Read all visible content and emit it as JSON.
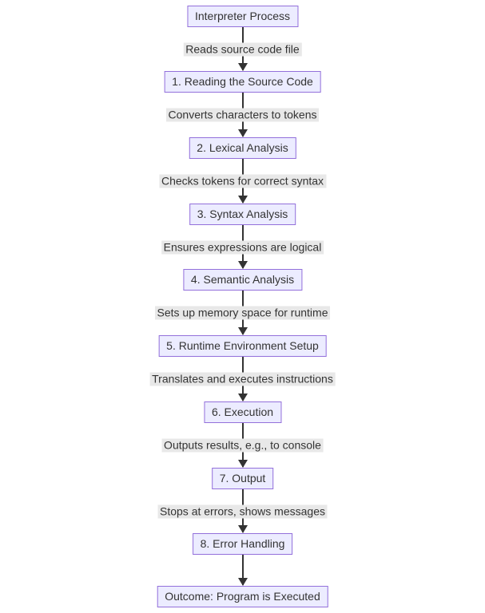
{
  "flowchart": {
    "nodes": [
      {
        "id": "start",
        "label": "Interpreter Process"
      },
      {
        "id": "step1",
        "label": "1. Reading the Source Code"
      },
      {
        "id": "step2",
        "label": "2. Lexical Analysis"
      },
      {
        "id": "step3",
        "label": "3. Syntax Analysis"
      },
      {
        "id": "step4",
        "label": "4. Semantic Analysis"
      },
      {
        "id": "step5",
        "label": "5. Runtime Environment Setup"
      },
      {
        "id": "step6",
        "label": "6. Execution"
      },
      {
        "id": "step7",
        "label": "7. Output"
      },
      {
        "id": "step8",
        "label": "8. Error Handling"
      },
      {
        "id": "outcome",
        "label": "Outcome: Program is Executed"
      }
    ],
    "edges": [
      {
        "from": "start",
        "to": "step1",
        "label": "Reads source code file"
      },
      {
        "from": "step1",
        "to": "step2",
        "label": "Converts characters to tokens"
      },
      {
        "from": "step2",
        "to": "step3",
        "label": "Checks tokens for correct syntax"
      },
      {
        "from": "step3",
        "to": "step4",
        "label": "Ensures expressions are logical"
      },
      {
        "from": "step4",
        "to": "step5",
        "label": "Sets up memory space for runtime"
      },
      {
        "from": "step5",
        "to": "step6",
        "label": "Translates and executes instructions"
      },
      {
        "from": "step6",
        "to": "step7",
        "label": "Outputs results, e.g., to console"
      },
      {
        "from": "step7",
        "to": "step8",
        "label": "Stops at errors, shows messages"
      },
      {
        "from": "step8",
        "to": "outcome",
        "label": ""
      }
    ],
    "colors": {
      "node_fill": "#ECECFF",
      "node_border": "#9370DB",
      "text": "#333333",
      "edge_label_bg": "#e8e8e8",
      "arrow": "#333333",
      "background": "#ffffff"
    }
  }
}
